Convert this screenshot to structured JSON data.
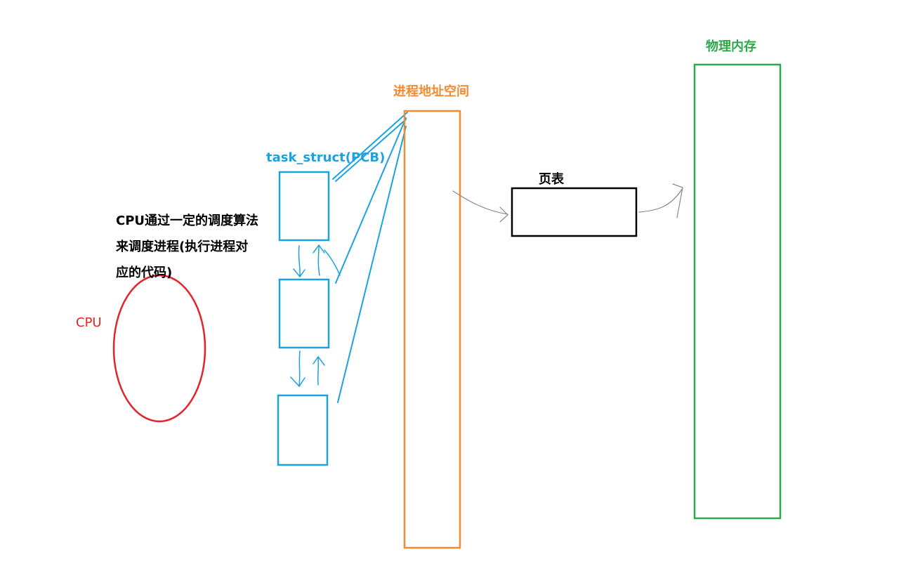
{
  "labels": {
    "cpu": "CPU",
    "scheduling_note": "CPU通过一定的调度算法来调度进程(执行进程对应的代码)",
    "task_struct": "task_struct(PCB)",
    "process_address_space": "进程地址空间",
    "page_table": "页表",
    "physical_memory": "物理内存"
  },
  "colors": {
    "cpu": "#e3242b",
    "task_struct": "#1aa3e0",
    "address_space": "#f28a30",
    "page_table": "#000000",
    "physical_memory": "#2ea84a",
    "arrow": "#888888"
  }
}
